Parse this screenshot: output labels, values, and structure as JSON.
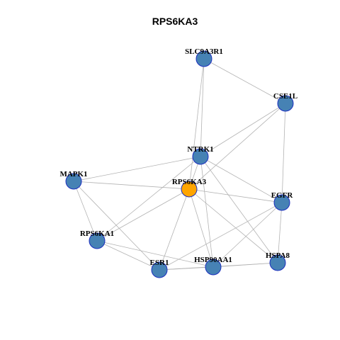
{
  "title": "RPS6KA3",
  "colors": {
    "node_default": "#4682b4",
    "node_highlight": "#ffa500",
    "node_border": "#1c2fbf",
    "edge": "#b3b3b3"
  },
  "nodes": [
    {
      "id": "SLC9A3R1",
      "label": "SLC9A3R1",
      "highlight": false
    },
    {
      "id": "CSE1L",
      "label": "CSE1L",
      "highlight": false
    },
    {
      "id": "NTRK1",
      "label": "NTRK1",
      "highlight": false
    },
    {
      "id": "MAPK1",
      "label": "MAPK1",
      "highlight": false
    },
    {
      "id": "RPS6KA3",
      "label": "RPS6KA3",
      "highlight": true
    },
    {
      "id": "EGFR",
      "label": "EGFR",
      "highlight": false
    },
    {
      "id": "RPS6KA1",
      "label": "RPS6KA1",
      "highlight": false
    },
    {
      "id": "HSPA8",
      "label": "HSPA8",
      "highlight": false
    },
    {
      "id": "HSP90AA1",
      "label": "HSP90AA1",
      "highlight": false
    },
    {
      "id": "ESR1",
      "label": "ESR1",
      "highlight": false
    }
  ],
  "edges": [
    [
      "SLC9A3R1",
      "CSE1L"
    ],
    [
      "SLC9A3R1",
      "NTRK1"
    ],
    [
      "SLC9A3R1",
      "RPS6KA3"
    ],
    [
      "CSE1L",
      "NTRK1"
    ],
    [
      "CSE1L",
      "RPS6KA3"
    ],
    [
      "CSE1L",
      "EGFR"
    ],
    [
      "NTRK1",
      "MAPK1"
    ],
    [
      "NTRK1",
      "RPS6KA3"
    ],
    [
      "NTRK1",
      "EGFR"
    ],
    [
      "NTRK1",
      "RPS6KA1"
    ],
    [
      "NTRK1",
      "HSPA8"
    ],
    [
      "NTRK1",
      "HSP90AA1"
    ],
    [
      "MAPK1",
      "RPS6KA3"
    ],
    [
      "MAPK1",
      "RPS6KA1"
    ],
    [
      "MAPK1",
      "ESR1"
    ],
    [
      "RPS6KA3",
      "EGFR"
    ],
    [
      "RPS6KA3",
      "RPS6KA1"
    ],
    [
      "RPS6KA3",
      "ESR1"
    ],
    [
      "RPS6KA3",
      "HSP90AA1"
    ],
    [
      "RPS6KA3",
      "HSPA8"
    ],
    [
      "EGFR",
      "HSPA8"
    ],
    [
      "EGFR",
      "HSP90AA1"
    ],
    [
      "EGFR",
      "ESR1"
    ],
    [
      "RPS6KA1",
      "ESR1"
    ],
    [
      "RPS6KA1",
      "HSP90AA1"
    ],
    [
      "ESR1",
      "HSP90AA1"
    ],
    [
      "ESR1",
      "HSPA8"
    ],
    [
      "HSP90AA1",
      "HSPA8"
    ]
  ]
}
